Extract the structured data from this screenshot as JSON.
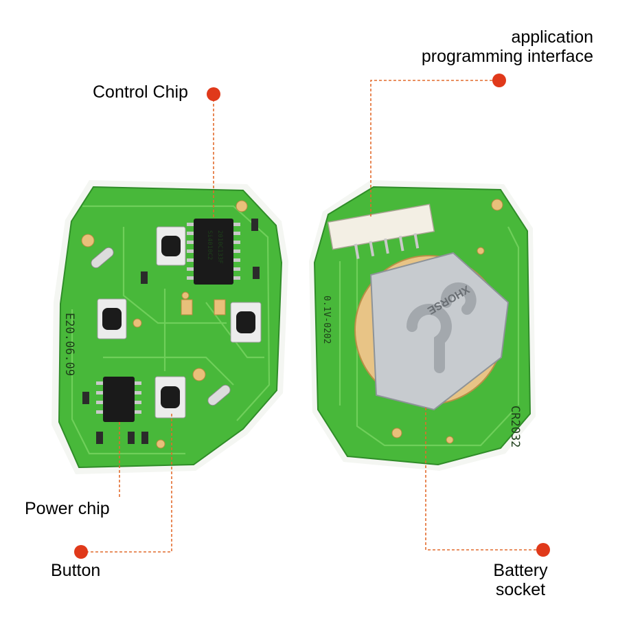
{
  "labels": {
    "control_chip": "Control Chip",
    "api_line1": "application",
    "api_line2": "programming interface",
    "power_chip": "Power chip",
    "button": "Button",
    "battery_line1": "Battery",
    "battery_line2": "socket"
  },
  "board_markings": {
    "date": "E20.06.09",
    "version": "0.1V-0202",
    "battery_model": "CR2032",
    "chip_main": "Si4010C2",
    "chip_code": "2010C133F",
    "battery_brand": "XHORSE"
  },
  "colors": {
    "pcb": "#48b83a",
    "leader": "#e26a2c",
    "dot": "#e0391a"
  }
}
